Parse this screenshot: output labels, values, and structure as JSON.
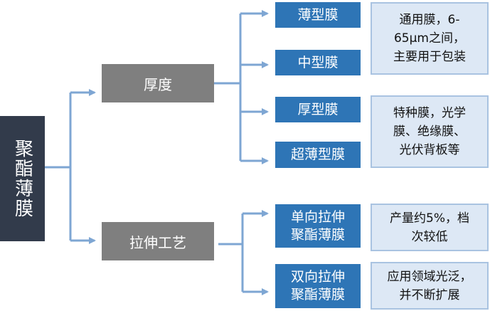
{
  "root": {
    "label": "聚酯薄膜"
  },
  "categories": [
    {
      "label": "厚度"
    },
    {
      "label": "拉伸工艺"
    }
  ],
  "leaves": [
    {
      "label": "薄型膜"
    },
    {
      "label": "中型膜"
    },
    {
      "label": "厚型膜"
    },
    {
      "label": "超薄型膜"
    },
    {
      "label": "单向拉伸\n聚酯薄膜"
    },
    {
      "label": "双向拉伸\n聚酯薄膜"
    }
  ],
  "notes": [
    {
      "text": "通用膜，6-\n65μm之间，\n主要用于包装"
    },
    {
      "text": "特种膜，光学\n膜、绝缘膜、\n光伏背板等"
    },
    {
      "text": "产量约5%，档\n次较低"
    },
    {
      "text": "应用领域光泛，\n并不断扩展"
    }
  ],
  "colors": {
    "root": "#323b4b",
    "category": "#7f7f7f",
    "leaf": "#2e75b6",
    "note_fill": "#dde8f5",
    "note_border": "#a9c3e1",
    "connector": "#7ea6d3"
  }
}
